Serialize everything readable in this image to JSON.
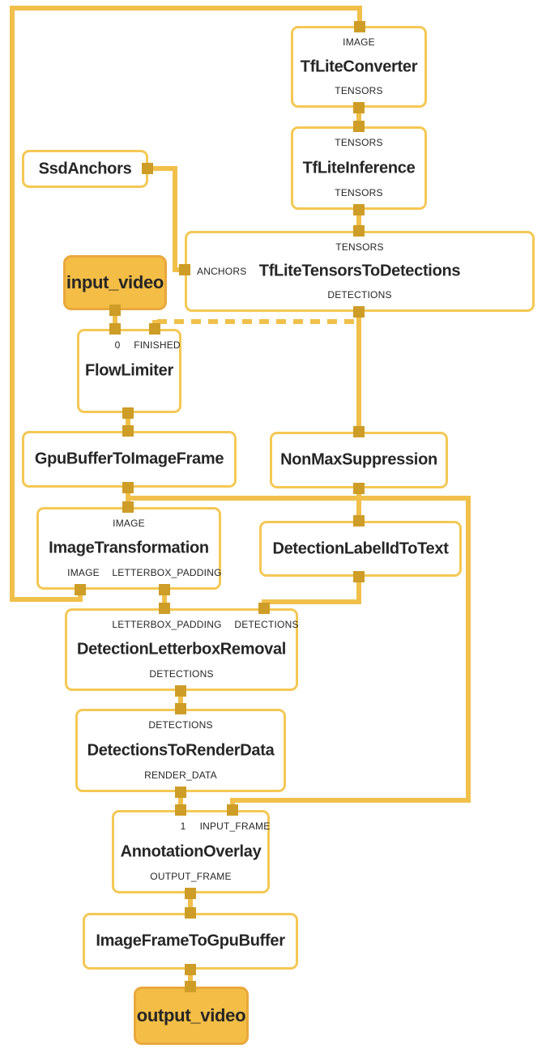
{
  "graph": {
    "description": "MediaPipe object-detection graph visualization",
    "nodes": {
      "tflite_converter": {
        "title": "TfLiteConverter",
        "input_top": "IMAGE",
        "output_bottom": "TENSORS"
      },
      "tflite_inference": {
        "title": "TfLiteInference",
        "input_top": "TENSORS",
        "output_bottom": "TENSORS"
      },
      "ssd_anchors": {
        "title": "SsdAnchors"
      },
      "tflite_tensors_to_detections": {
        "title": "TfLiteTensorsToDetections",
        "input_top": "TENSORS",
        "input_left": "ANCHORS",
        "output_bottom": "DETECTIONS"
      },
      "input_video": {
        "title": "input_video"
      },
      "flow_limiter": {
        "title": "FlowLimiter",
        "input_top_1": "0",
        "input_top_2": "FINISHED"
      },
      "gpu_buffer_to_image_frame": {
        "title": "GpuBufferToImageFrame"
      },
      "non_max_suppression": {
        "title": "NonMaxSuppression"
      },
      "image_transformation": {
        "title": "ImageTransformation",
        "input_top": "IMAGE",
        "output_bottom_1": "IMAGE",
        "output_bottom_2": "LETTERBOX_PADDING"
      },
      "detection_label_id_to_text": {
        "title": "DetectionLabelIdToText"
      },
      "detection_letterbox_removal": {
        "title": "DetectionLetterboxRemoval",
        "input_top_1": "LETTERBOX_PADDING",
        "input_top_2": "DETECTIONS",
        "output_bottom": "DETECTIONS"
      },
      "detections_to_render_data": {
        "title": "DetectionsToRenderData",
        "input_top": "DETECTIONS",
        "output_bottom": "RENDER_DATA"
      },
      "annotation_overlay": {
        "title": "AnnotationOverlay",
        "input_top_1": "1",
        "input_top_2": "INPUT_FRAME",
        "output_bottom": "OUTPUT_FRAME"
      },
      "image_frame_to_gpu_buffer": {
        "title": "ImageFrameToGpuBuffer"
      },
      "output_video": {
        "title": "output_video"
      }
    }
  },
  "colors": {
    "bg": "#FFFFFF",
    "edge": "#F0C04A",
    "node_border": "#F4C854",
    "node_fill": "#FFFFFF",
    "stream_fill": "#F4BD45",
    "stream_border": "#E9A83C",
    "port": "#CE9D27",
    "text": "#262626"
  }
}
